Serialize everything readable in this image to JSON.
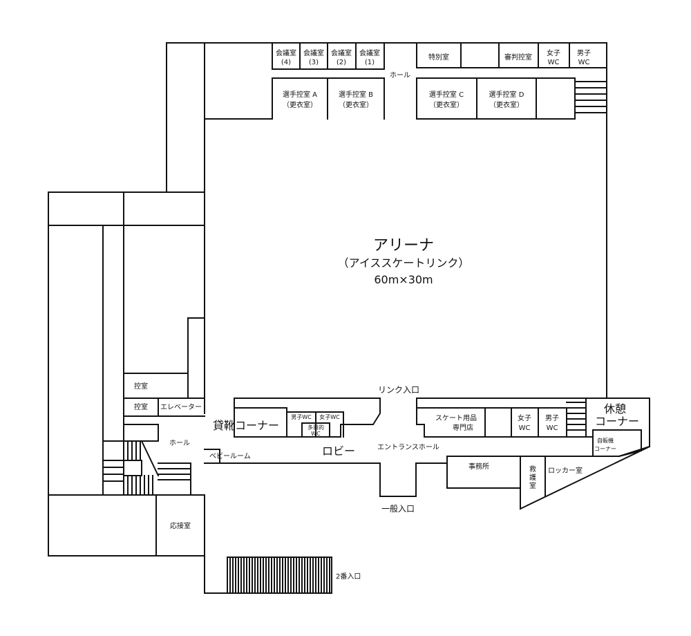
{
  "plan": {
    "arena": {
      "name": "アリーナ",
      "sub": "（アイススケートリンク）",
      "size": "60m×30m"
    },
    "meeting_rooms": [
      {
        "name": "会議室",
        "num": "(4)"
      },
      {
        "name": "会議室",
        "num": "(3)"
      },
      {
        "name": "会議室",
        "num": "(2)"
      },
      {
        "name": "会議室",
        "num": "(1)"
      }
    ],
    "special_room": "特別室",
    "referee_room": "審判控室",
    "women_wc_top": {
      "line1": "女子",
      "line2": "WC"
    },
    "men_wc_top": {
      "line1": "男子",
      "line2": "WC"
    },
    "hall_top": "ホール",
    "player_rooms": [
      {
        "name": "選手控室 A",
        "sub": "（更衣室）"
      },
      {
        "name": "選手控室 B",
        "sub": "（更衣室）"
      },
      {
        "name": "選手控室 C",
        "sub": "（更衣室）"
      },
      {
        "name": "選手控室 D",
        "sub": "（更衣室）"
      }
    ],
    "waiting_room_1": "控室",
    "waiting_room_2": "控室",
    "elevator": "エレベーター",
    "hall_left": "ホール",
    "reception_room": "応接室",
    "second_entrance": "2番入口",
    "baby_room": "ベビールーム",
    "rental_corner": "貸靴コーナー",
    "men_wc_small": "男子WC",
    "women_wc_small": "女子WC",
    "multi_wc": {
      "line1": "多目的",
      "line2": "WC"
    },
    "lobby": "ロビー",
    "rink_entrance": "リンク入口",
    "entrance_hall": "エントランスホール",
    "skate_shop": {
      "line1": "スケート用品",
      "line2": "専門店"
    },
    "women_wc_right": {
      "line1": "女子",
      "line2": "WC"
    },
    "men_wc_right": {
      "line1": "男子",
      "line2": "WC"
    },
    "rest_corner": {
      "line1": "休憩",
      "line2": "コーナー"
    },
    "vending": {
      "line1": "自販機",
      "line2": "コーナー"
    },
    "office": "事務所",
    "first_aid": [
      "救",
      "護",
      "室"
    ],
    "locker_room": "ロッカー室",
    "general_entrance": "一般入口"
  }
}
